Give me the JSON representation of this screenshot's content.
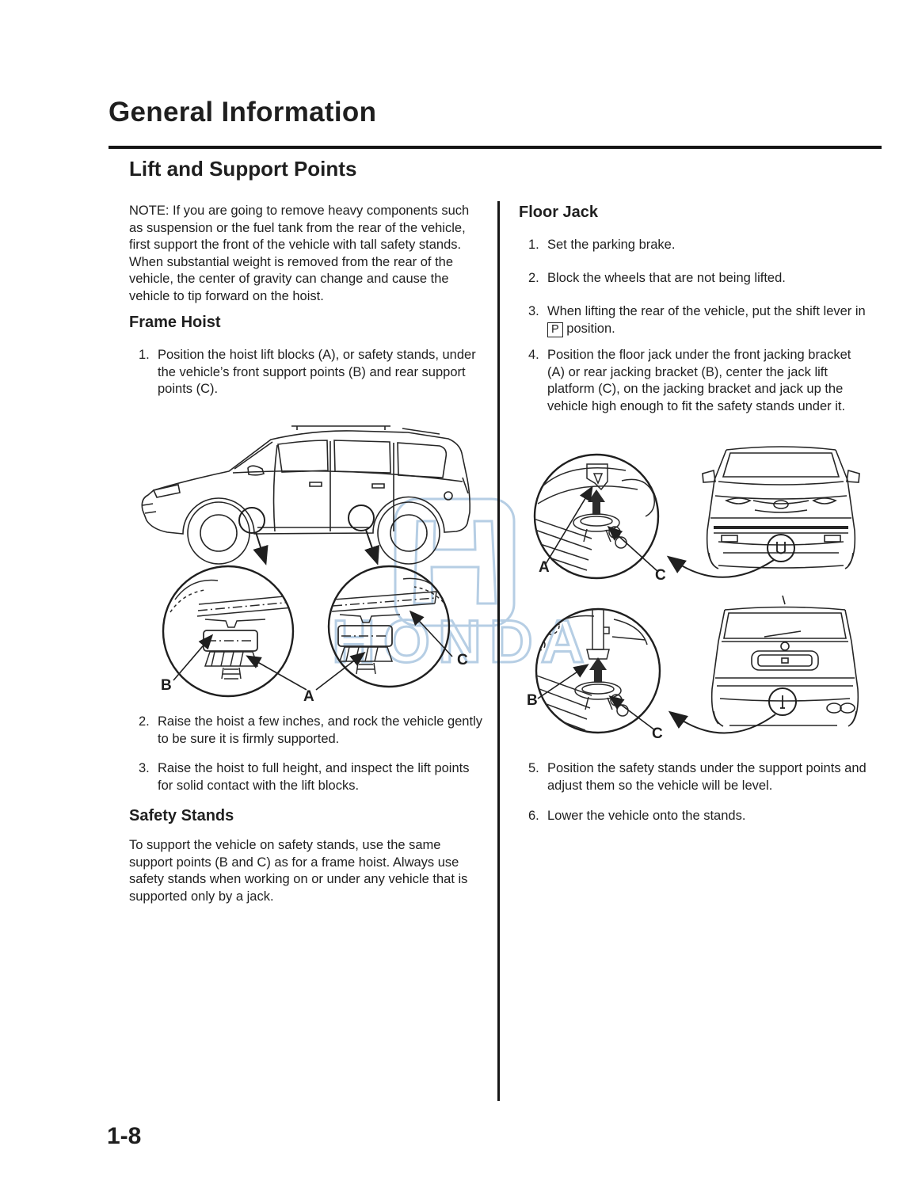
{
  "page": {
    "title": "General Information",
    "section_title": "Lift and Support Points",
    "page_number": "1-8"
  },
  "watermark": {
    "brand": "HONDA",
    "logo": "honda-h-logo",
    "color": "#aac6e0"
  },
  "left_column": {
    "note": "NOTE: If you are going to remove heavy components such as suspension or the fuel tank from the rear of the vehicle, first support the front of the vehicle with tall safety stands. When substantial weight is removed from the rear of the vehicle, the center of gravity can change and cause the vehicle to tip forward on the hoist.",
    "frame_hoist": {
      "heading": "Frame Hoist",
      "step1_num": "1.",
      "step1": "Position the hoist lift blocks (A), or safety stands, under the vehicle’s front support points (B) and rear support points (C).",
      "step2_num": "2.",
      "step2": "Raise the hoist a few inches, and rock the vehicle gently to be sure it is firmly supported.",
      "step3_num": "3.",
      "step3": "Raise the hoist to full height, and inspect the lift points for solid contact with the lift blocks."
    },
    "side_diagram_labels": {
      "b": "B",
      "a": "A",
      "c": "C"
    },
    "safety_stands": {
      "heading": "Safety Stands",
      "body": "To support the vehicle on safety stands, use the same support points (B and C) as for a frame hoist. Always use safety stands when working on or under any vehicle that is supported only by a jack."
    }
  },
  "right_column": {
    "floor_jack": {
      "heading": "Floor Jack",
      "step1_num": "1.",
      "step1": "Set the parking brake.",
      "step2_num": "2.",
      "step2": "Block the wheels that are not being lifted.",
      "step3_num": "3.",
      "step3_pre": "When lifting the rear of the vehicle, put the shift lever in",
      "step3_shift_position": "P",
      "step3_post": "position.",
      "step4_num": "4.",
      "step4": "Position the floor jack under the front jacking bracket (A) or rear jacking bracket (B), center the jack lift platform (C), on the jacking bracket and jack up the vehicle high enough to fit the safety stands under it.",
      "step5_num": "5.",
      "step5": "Position the safety stands under the support points and adjust them so the vehicle will be level.",
      "step6_num": "6.",
      "step6": "Lower the vehicle onto the stands."
    },
    "front_jack_diagram_labels": {
      "a": "A",
      "c": "C"
    },
    "rear_jack_diagram_labels": {
      "b": "B",
      "c": "C"
    }
  }
}
